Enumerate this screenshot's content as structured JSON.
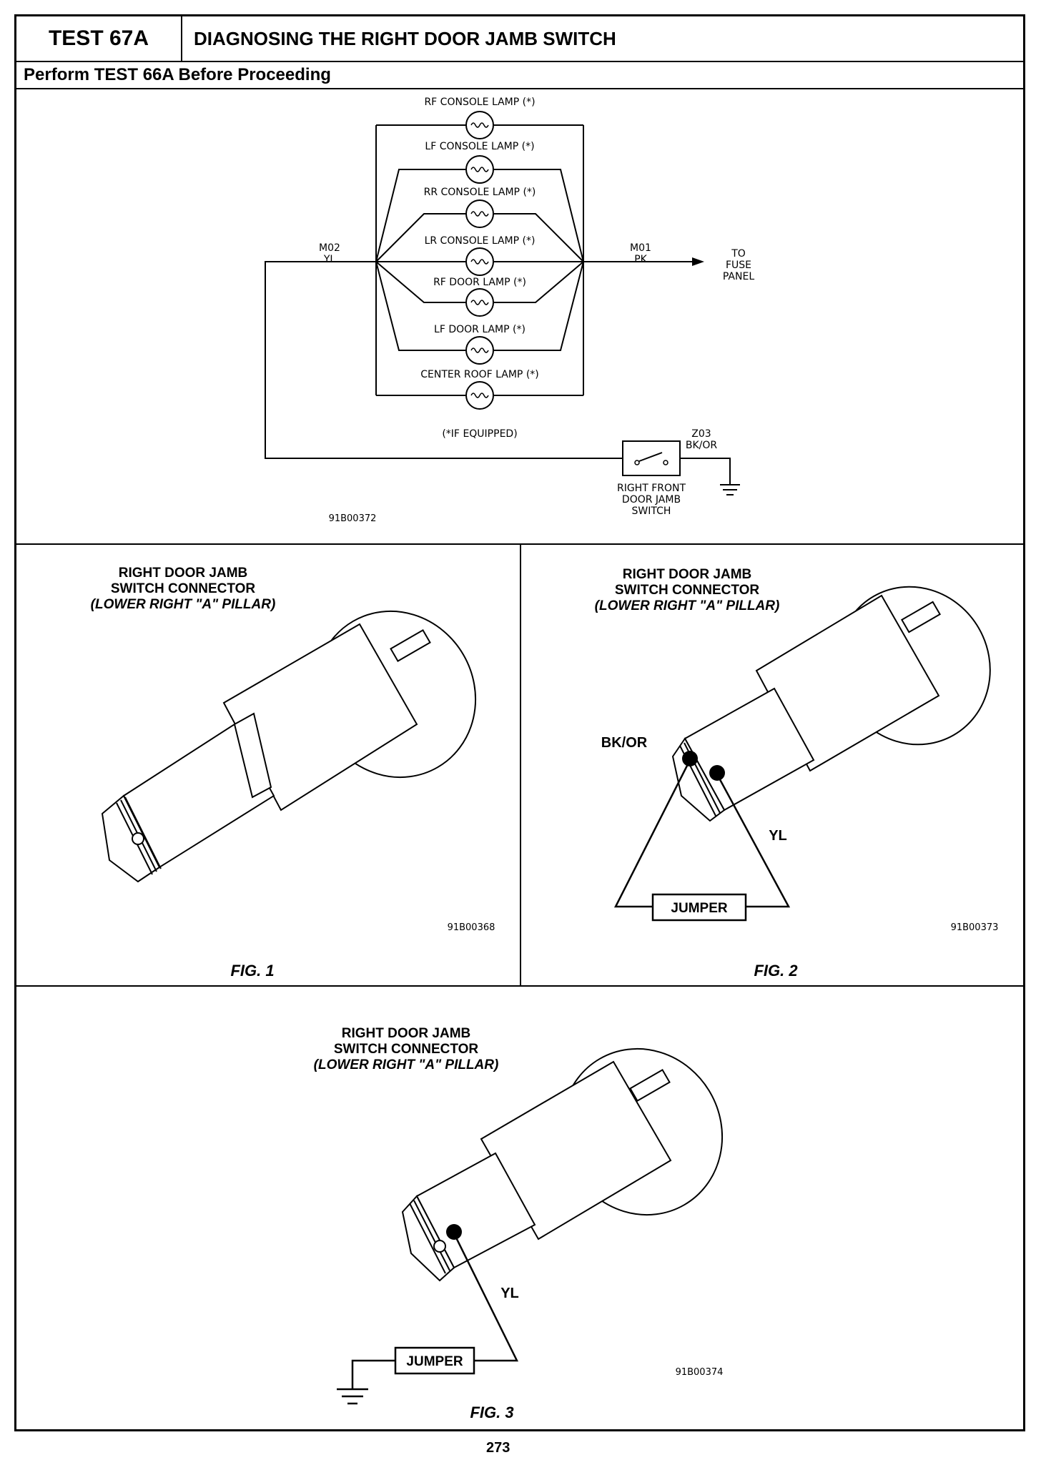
{
  "header": {
    "test_id": "TEST 67A",
    "title": "DIAGNOSING THE RIGHT DOOR JAMB SWITCH",
    "subtitle": "Perform TEST 66A Before Proceeding"
  },
  "schematic": {
    "lamps": [
      "RF CONSOLE LAMP (*)",
      "LF CONSOLE LAMP (*)",
      "RR CONSOLE LAMP (*)",
      "LR CONSOLE LAMP (*)",
      "RF DOOR LAMP (*)",
      "LF DOOR LAMP (*)",
      "CENTER ROOF LAMP (*)"
    ],
    "left_circuit": "M02",
    "left_color": "YL",
    "right_circuit": "M01",
    "right_color": "PK",
    "to_label_1": "TO",
    "to_label_2": "FUSE",
    "to_label_3": "PANEL",
    "if_equipped": "(*IF EQUIPPED)",
    "ground_circuit": "Z03",
    "ground_color": "BK/OR",
    "switch_label_1": "RIGHT FRONT",
    "switch_label_2": "DOOR JAMB",
    "switch_label_3": "SWITCH",
    "ref": "91B00372"
  },
  "figures": [
    {
      "title_1": "RIGHT DOOR JAMB",
      "title_2": "SWITCH CONNECTOR",
      "title_3": "(LOWER RIGHT \"A\" PILLAR)",
      "ref": "91B00368",
      "caption": "FIG. 1"
    },
    {
      "title_1": "RIGHT DOOR JAMB",
      "title_2": "SWITCH CONNECTOR",
      "title_3": "(LOWER RIGHT \"A\" PILLAR)",
      "wire_a": "BK/OR",
      "wire_b": "YL",
      "jumper": "JUMPER",
      "ref": "91B00373",
      "caption": "FIG. 2"
    },
    {
      "title_1": "RIGHT DOOR JAMB",
      "title_2": "SWITCH CONNECTOR",
      "title_3": "(LOWER RIGHT \"A\" PILLAR)",
      "wire": "YL",
      "jumper": "JUMPER",
      "ref": "91B00374",
      "caption": "FIG. 3"
    }
  ],
  "footer": {
    "page": "273"
  }
}
